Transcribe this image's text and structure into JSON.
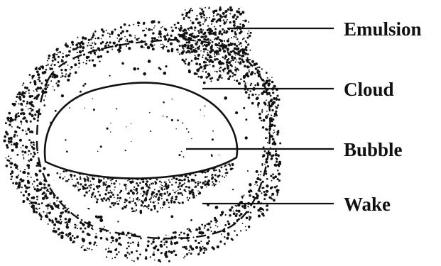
{
  "diagram": {
    "labels": {
      "emulsion": "Emulsion",
      "cloud": "Cloud",
      "bubble": "Bubble",
      "wake": "Wake"
    },
    "colors": {
      "ink": "#111111",
      "background": "#ffffff"
    }
  }
}
